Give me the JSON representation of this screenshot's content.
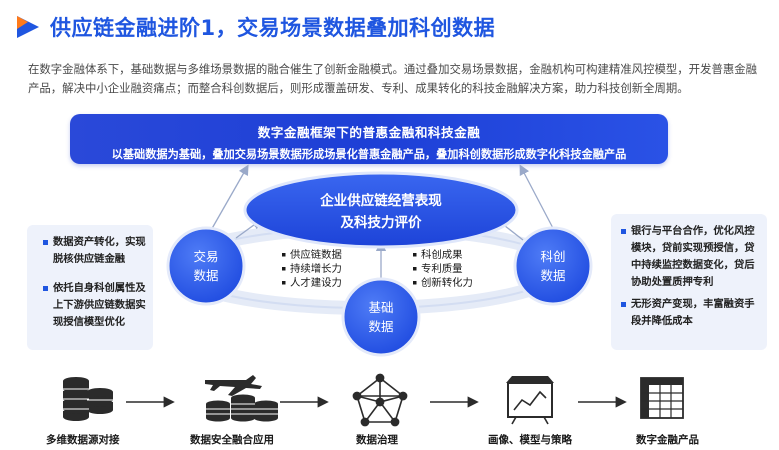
{
  "title": "供应链金融进阶1，交易场景数据叠加科创数据",
  "intro": "在数字金融体系下，基础数据与多维场景数据的融合催生了创新金融模式。通过叠加交易场景数据，金融机构可构建精准风控模型，开发普惠金融产品，解决中小企业融资痛点；而整合科创数据后，则形成覆盖研发、专利、成果转化的科技金融解决方案，助力科技创新全周期。",
  "banner": {
    "title": "数字金融框架下的普惠金融和科技金融",
    "subtitle": "以基础数据为基础，叠加交易场景数据形成场景化普惠金融产品，叠加科创数据形成数字化科技金融产品"
  },
  "center_ellipse": {
    "line1": "企业供应链经营表现",
    "line2": "及科技力评价"
  },
  "circles": {
    "trade": {
      "line1": "交易",
      "line2": "数据"
    },
    "base": {
      "line1": "基础",
      "line2": "数据"
    },
    "tech": {
      "line1": "科创",
      "line2": "数据"
    }
  },
  "trade_points": [
    "供应链数据",
    "持续增长力",
    "人才建设力"
  ],
  "tech_points": [
    "科创成果",
    "专利质量",
    "创新转化力"
  ],
  "left_panel": [
    "数据资产转化，实现脱核供应链金融",
    "依托自身科创属性及上下游供应链数据实现授信模型优化"
  ],
  "right_panel": [
    "银行与平台合作，优化风控模块，贷前实现预授信，贷中持续监控数据变化，贷后协助处置质押专利",
    "无形资产变现，丰富融资手段并降低成本"
  ],
  "flow": [
    "多维数据源对接",
    "数据安全融合应用",
    "数据治理",
    "画像、模型与策略",
    "数字金融产品"
  ],
  "colors": {
    "brand": "#1f56e0",
    "banner": "#1d3fd6",
    "panel": "#eef2fb"
  }
}
